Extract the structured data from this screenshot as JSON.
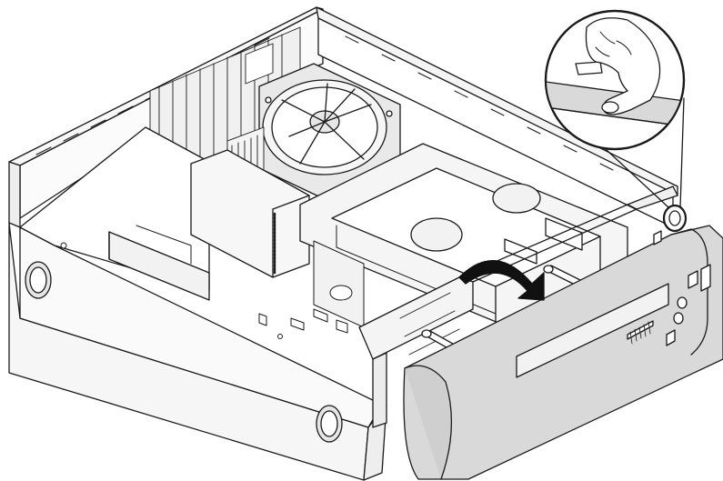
{
  "illustration": {
    "subject": "desktop-computer-chassis-front-bezel-removal",
    "colors": {
      "background": "#ffffff",
      "line": "#1a1a1a",
      "bezel_fill": "#d9d9d9",
      "interior_fill": "#f2f2f2",
      "detail_fill": "#e6e6e6",
      "arrow_fill": "#111111"
    },
    "icons": [
      "rotation-arrow",
      "magnifier-callout",
      "hand-pressing-tab"
    ]
  }
}
